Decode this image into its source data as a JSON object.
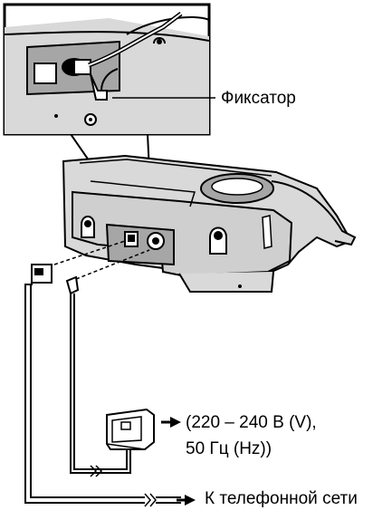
{
  "labels": {
    "latch": "Фиксатор",
    "power_line1": "(220 – 240 В (V),",
    "power_line2": "50 Гц (Hz))",
    "telephone_line": "К телефонной сети"
  },
  "colors": {
    "stroke": "#000000",
    "body_fill": "#d9d9d9",
    "body_dark": "#a6a6a6",
    "background": "#ffffff"
  }
}
